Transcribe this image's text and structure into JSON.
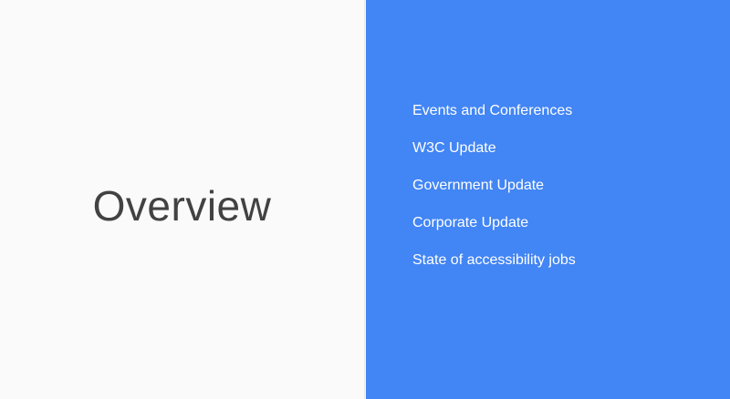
{
  "slide": {
    "title": "Overview",
    "agenda": [
      "Events and Conferences",
      "W3C Update",
      "Government Update",
      "Corporate Update",
      "State of accessibility jobs"
    ]
  },
  "colors": {
    "left_background": "#fafafa",
    "right_background": "#4285f4",
    "title_text": "#424242",
    "agenda_text": "#ffffff"
  }
}
